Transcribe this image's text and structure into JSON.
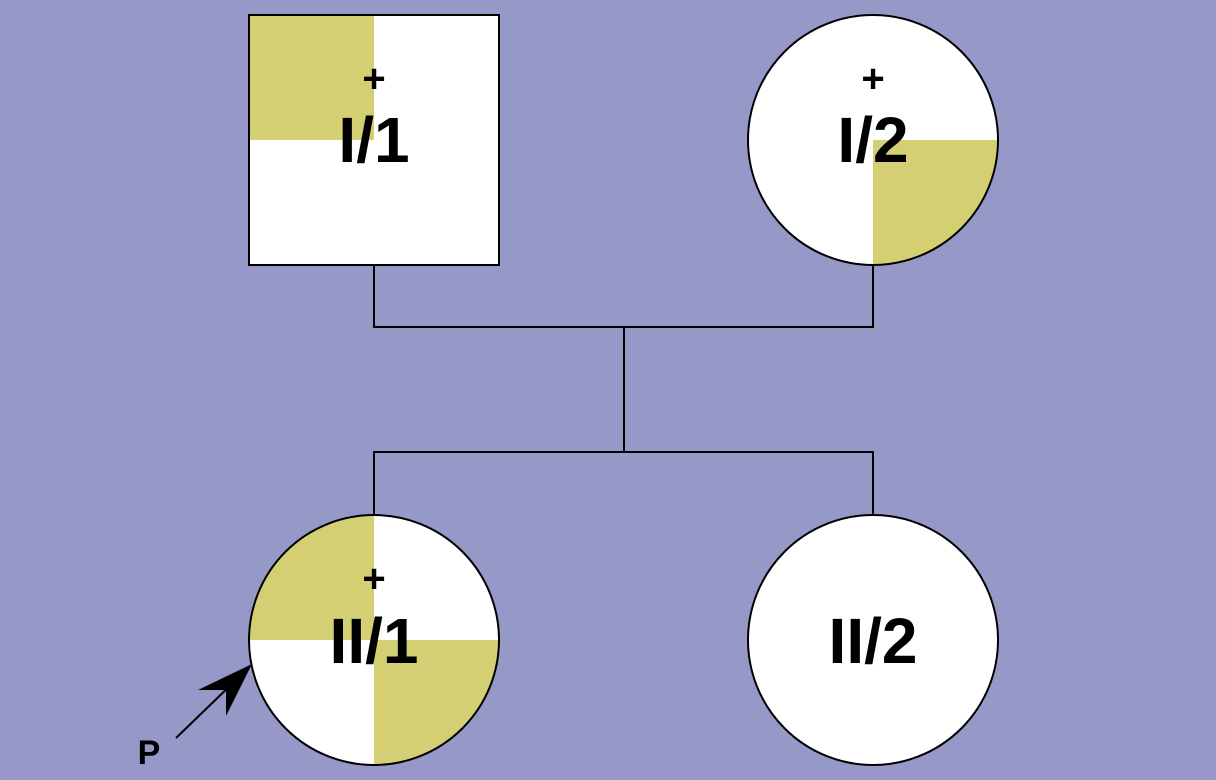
{
  "colors": {
    "background": "#9699c8",
    "affected_fill": "#d3cf72",
    "unaffected_fill": "#ffffff",
    "outline": "#000000"
  },
  "individuals": [
    {
      "id": "I/1",
      "label": "I/1",
      "sex": "male",
      "marker": "+",
      "shaded_quadrants": [
        "top-left"
      ]
    },
    {
      "id": "I/2",
      "label": "I/2",
      "sex": "female",
      "marker": "+",
      "shaded_quadrants": [
        "bottom-right"
      ]
    },
    {
      "id": "II/1",
      "label": "II/1",
      "sex": "female",
      "marker": "+",
      "shaded_quadrants": [
        "top-left",
        "bottom-right"
      ],
      "proband": true
    },
    {
      "id": "II/2",
      "label": "II/2",
      "sex": "female",
      "marker": "",
      "shaded_quadrants": []
    }
  ],
  "proband_label": "P"
}
